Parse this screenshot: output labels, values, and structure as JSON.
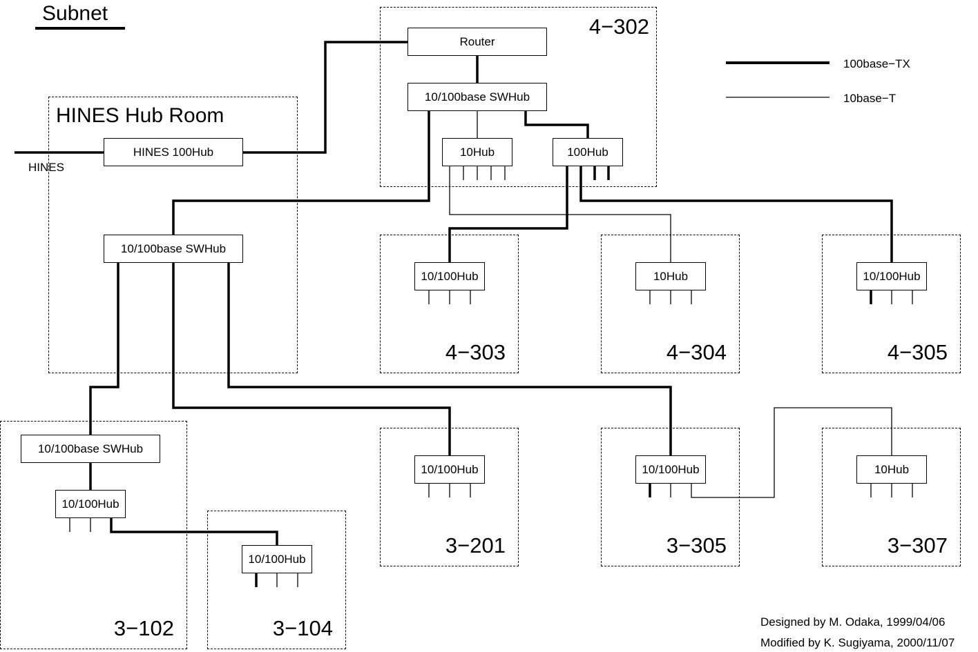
{
  "title": "Subnet",
  "legend": {
    "thick_label": "100base−TX",
    "thin_label": "10base−T"
  },
  "external_label": "HINES",
  "rooms": {
    "hub_room": "HINES Hub Room",
    "r4_302": "4−302",
    "r4_303": "4−303",
    "r4_304": "4−304",
    "r4_305": "4−305",
    "r3_201": "3−201",
    "r3_305": "3−305",
    "r3_307": "3−307",
    "r3_102": "3−102",
    "r3_104": "3−104"
  },
  "devices": {
    "router": "Router",
    "swhub_4302": "10/100base SWHub",
    "hub10_4302": "10Hub",
    "hub100_4302": "100Hub",
    "hines100hub": "HINES 100Hub",
    "swhub_hubroom": "10/100base SWHub",
    "hub_4303": "10/100Hub",
    "hub_4304": "10Hub",
    "hub_4305": "10/100Hub",
    "hub_3201": "10/100Hub",
    "hub_3305": "10/100Hub",
    "hub_3307": "10Hub",
    "swhub_3102": "10/100base SWHub",
    "hub_3102": "10/100Hub",
    "hub_3104": "10/100Hub"
  },
  "credits": {
    "designed": "Designed by M. Odaka, 1999/04/06",
    "modified": "Modified by K. Sugiyama, 2000/11/07"
  }
}
